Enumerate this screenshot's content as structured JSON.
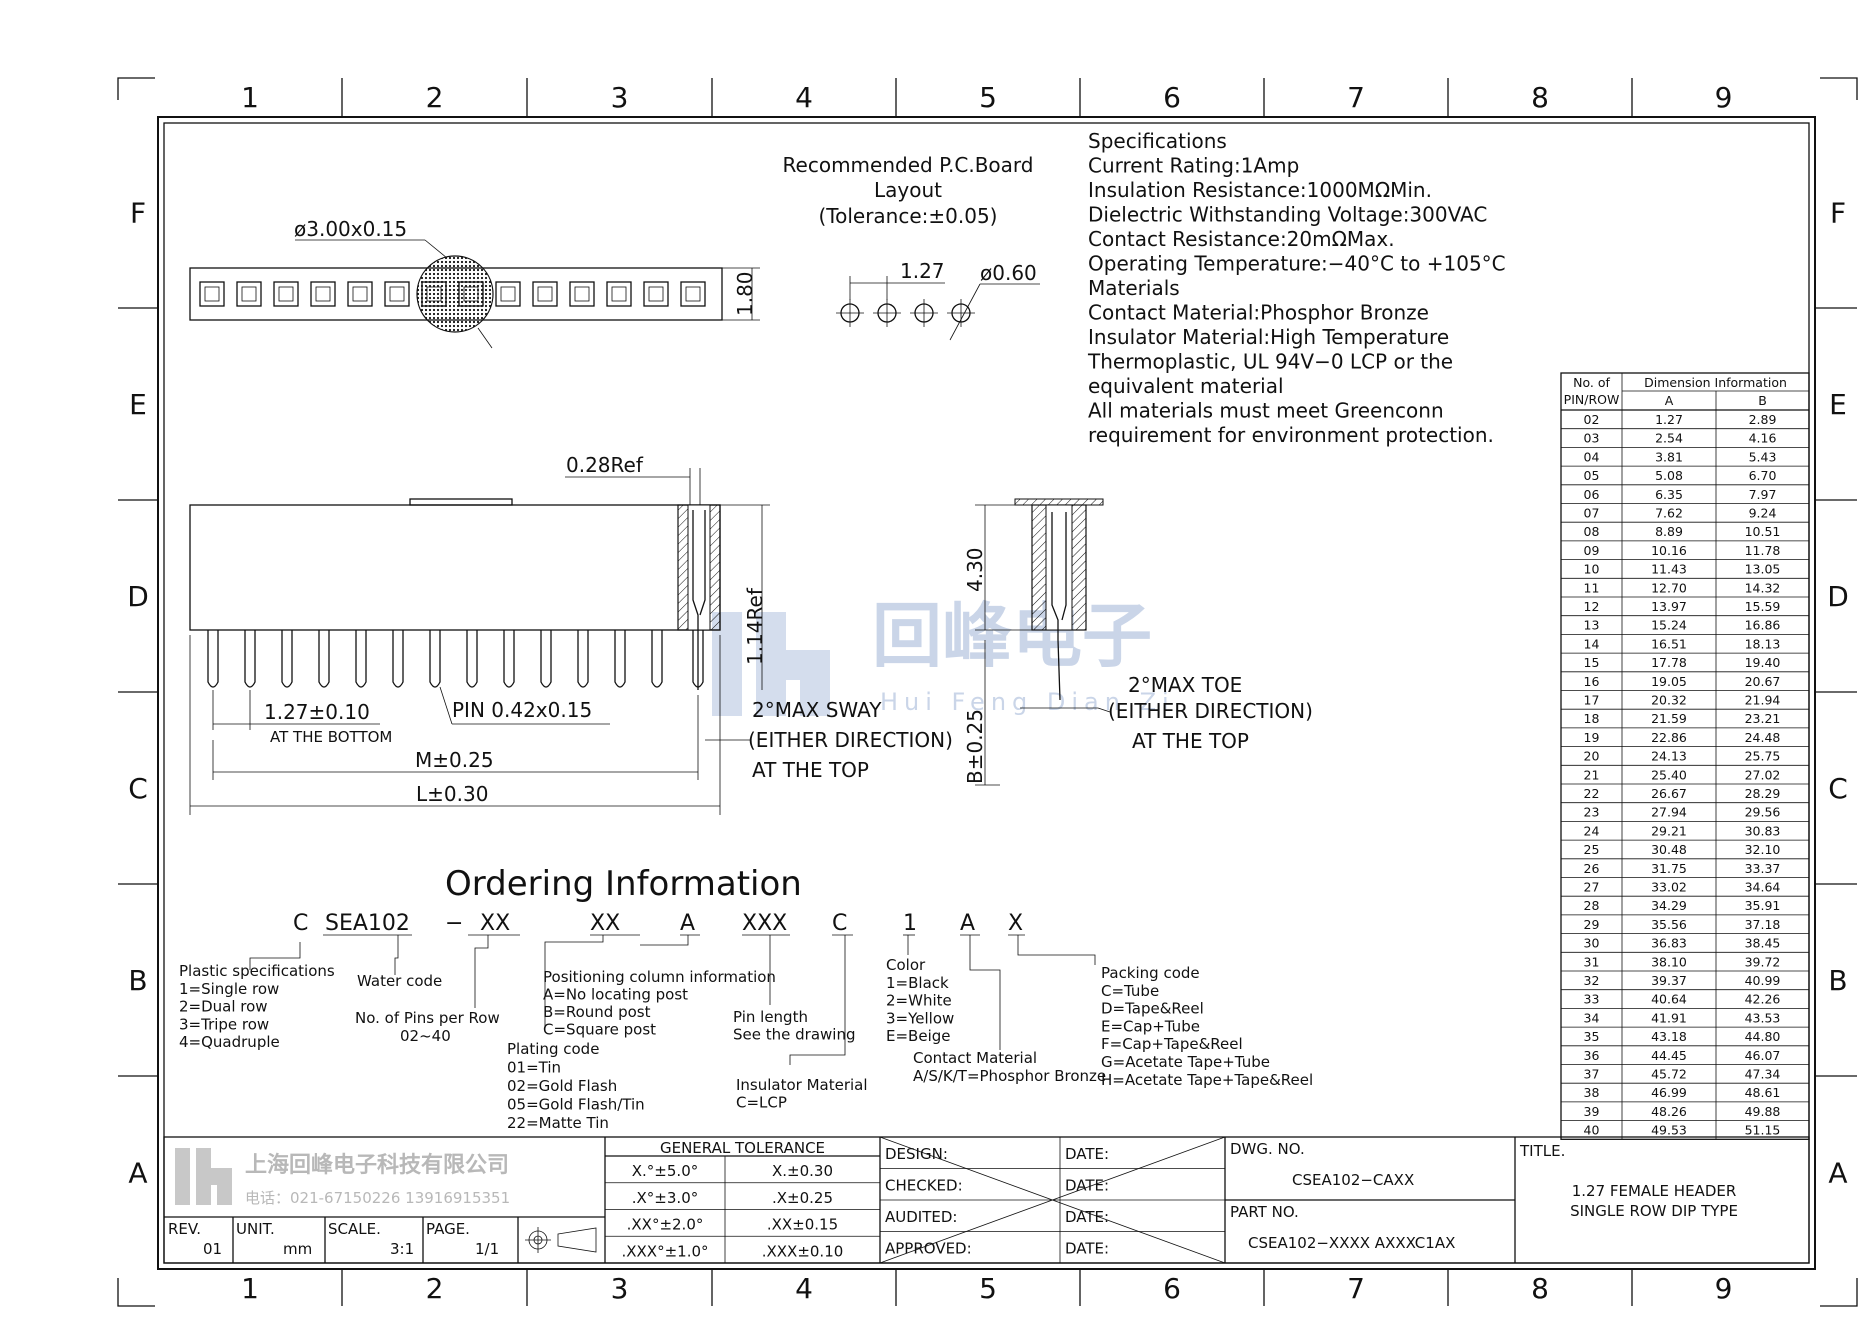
{
  "grid": {
    "columns": [
      "1",
      "2",
      "3",
      "4",
      "5",
      "6",
      "7",
      "8",
      "9"
    ],
    "rows": [
      "F",
      "E",
      "D",
      "C",
      "B",
      "A"
    ]
  },
  "pcb_layout": {
    "title_lines": [
      "Recommended P.C.Board",
      "Layout",
      "(Tolerance:±0.05)"
    ],
    "pitch": "1.27",
    "hole": "ø0.60"
  },
  "top_view": {
    "marker": "ø3.00x0.15",
    "height": "1.80"
  },
  "front_view": {
    "ref": "0.28Ref",
    "height_ref": "1.14Ref",
    "pitch_label": "1.27±0.10",
    "pitch_note": "AT THE BOTTOM",
    "pin": "PIN  0.42x0.15",
    "m_dim": "M±0.25",
    "l_dim": "L±0.30",
    "sway_lines": [
      "2°MAX  SWAY",
      "(EITHER DIRECTION)",
      "AT  THE  TOP"
    ]
  },
  "side_view": {
    "height": "4.30",
    "b_dim": "B±0.25",
    "toe_lines": [
      "2°MAX  TOE",
      "(EITHER DIRECTION)",
      "AT  THE  TOP"
    ]
  },
  "watermark": {
    "name": "回峰电子",
    "pinyin": "Hui Feng Dian Zi"
  },
  "specifications": {
    "lines": [
      "Specifications",
      "Current  Rating:1Amp",
      "Insulation  Resistance:1000MΩMin.",
      "Dielectric  Withstanding  Voltage:300VAC",
      "Contact  Resistance:20mΩMax.",
      "Operating  Temperature:−40°C  to  +105°C",
      "Materials",
      "Contact  Material:Phosphor  Bronze",
      "Insulator  Material:High  Temperature",
      "Thermoplastic,  UL  94V−0  LCP  or  the",
      "equivalent  material",
      "All  materials  must  meet  Greenconn",
      "requirement  for  environment  protection."
    ]
  },
  "dimension_table": {
    "header_col1_lines": [
      "No. of",
      "PIN/ROW"
    ],
    "header_group": "Dimension  Information",
    "header_a": "A",
    "header_b": "B",
    "rows": [
      [
        "02",
        "1.27",
        "2.89"
      ],
      [
        "03",
        "2.54",
        "4.16"
      ],
      [
        "04",
        "3.81",
        "5.43"
      ],
      [
        "05",
        "5.08",
        "6.70"
      ],
      [
        "06",
        "6.35",
        "7.97"
      ],
      [
        "07",
        "7.62",
        "9.24"
      ],
      [
        "08",
        "8.89",
        "10.51"
      ],
      [
        "09",
        "10.16",
        "11.78"
      ],
      [
        "10",
        "11.43",
        "13.05"
      ],
      [
        "11",
        "12.70",
        "14.32"
      ],
      [
        "12",
        "13.97",
        "15.59"
      ],
      [
        "13",
        "15.24",
        "16.86"
      ],
      [
        "14",
        "16.51",
        "18.13"
      ],
      [
        "15",
        "17.78",
        "19.40"
      ],
      [
        "16",
        "19.05",
        "20.67"
      ],
      [
        "17",
        "20.32",
        "21.94"
      ],
      [
        "18",
        "21.59",
        "23.21"
      ],
      [
        "19",
        "22.86",
        "24.48"
      ],
      [
        "20",
        "24.13",
        "25.75"
      ],
      [
        "21",
        "25.40",
        "27.02"
      ],
      [
        "22",
        "26.67",
        "28.29"
      ],
      [
        "23",
        "27.94",
        "29.56"
      ],
      [
        "24",
        "29.21",
        "30.83"
      ],
      [
        "25",
        "30.48",
        "32.10"
      ],
      [
        "26",
        "31.75",
        "33.37"
      ],
      [
        "27",
        "33.02",
        "34.64"
      ],
      [
        "28",
        "34.29",
        "35.91"
      ],
      [
        "29",
        "35.56",
        "37.18"
      ],
      [
        "30",
        "36.83",
        "38.45"
      ],
      [
        "31",
        "38.10",
        "39.72"
      ],
      [
        "32",
        "39.37",
        "40.99"
      ],
      [
        "33",
        "40.64",
        "42.26"
      ],
      [
        "34",
        "41.91",
        "43.53"
      ],
      [
        "35",
        "43.18",
        "44.80"
      ],
      [
        "36",
        "44.45",
        "46.07"
      ],
      [
        "37",
        "45.72",
        "47.34"
      ],
      [
        "38",
        "46.99",
        "48.61"
      ],
      [
        "39",
        "48.26",
        "49.88"
      ],
      [
        "40",
        "49.53",
        "51.15"
      ]
    ]
  },
  "ordering": {
    "title": "Ordering  Information",
    "code_parts": [
      "C",
      "SEA102",
      "−",
      "XX",
      "XX",
      "A",
      "XXX",
      "C",
      "1",
      "A",
      "X"
    ],
    "plastic_lines": [
      "Plastic  specifications",
      "1=Single  row",
      "2=Dual  row",
      "3=Tripe  row",
      "4=Quadruple"
    ],
    "water_code": "Water  code",
    "pins_lines": [
      "No. of  Pins  per  Row",
      "02~40"
    ],
    "plating_lines": [
      "Plating  code",
      "01=Tin",
      "02=Gold  Flash",
      "05=Gold  Flash/Tin",
      "22=Matte  Tin"
    ],
    "positioning_lines": [
      "Positioning  column  information",
      "A=No  locating  post",
      "B=Round  post",
      "C=Square  post"
    ],
    "pin_length_lines": [
      "Pin  length",
      "See  the  drawing"
    ],
    "insulator_lines": [
      "Insulator  Material",
      "C=LCP"
    ],
    "color_lines": [
      "Color",
      "1=Black",
      "2=White",
      "3=Yellow",
      "E=Beige"
    ],
    "contact_lines": [
      "Contact  Material",
      "A/S/K/T=Phosphor  Bronze"
    ],
    "packing_lines": [
      "Packing  code",
      "C=Tube",
      "D=Tape&Reel",
      "E=Cap+Tube",
      "F=Cap+Tape&Reel",
      "G=Acetate  Tape+Tube",
      "H=Acetate  Tape+Tape&Reel"
    ]
  },
  "title_block": {
    "company": "上海回峰电子科技有限公司",
    "phone": "电话：021-67150226   13916915351",
    "rev_label": "REV.",
    "rev": "01",
    "unit_label": "UNIT.",
    "unit": "mm",
    "scale_label": "SCALE.",
    "scale": "3:1",
    "page_label": "PAGE.",
    "page": "1/1",
    "tolerance_title": "GENERAL  TOLERANCE",
    "tolerance_rows": [
      [
        "X.°±5.0°",
        "X.±0.30"
      ],
      [
        ".X°±3.0°",
        ".X±0.25"
      ],
      [
        ".XX°±2.0°",
        ".XX±0.15"
      ],
      [
        ".XXX°±1.0°",
        ".XXX±0.10"
      ]
    ],
    "sign_rows": [
      [
        "DESIGN:",
        "DATE:"
      ],
      [
        "CHECKED:",
        "DATE:"
      ],
      [
        "AUDITED:",
        "DATE:"
      ],
      [
        "APPROVED:",
        "DATE:"
      ]
    ],
    "dwg_label": "DWG.  NO.",
    "dwg_no": "CSEA102−CAXX",
    "part_label": "PART  NO.",
    "part_no": "CSEA102−XXXX  AXXXC1AX",
    "title_label": "TITLE.",
    "title_lines": [
      "1.27  FEMALE  HEADER",
      "SINGLE  ROW  DIP  TYPE"
    ]
  }
}
